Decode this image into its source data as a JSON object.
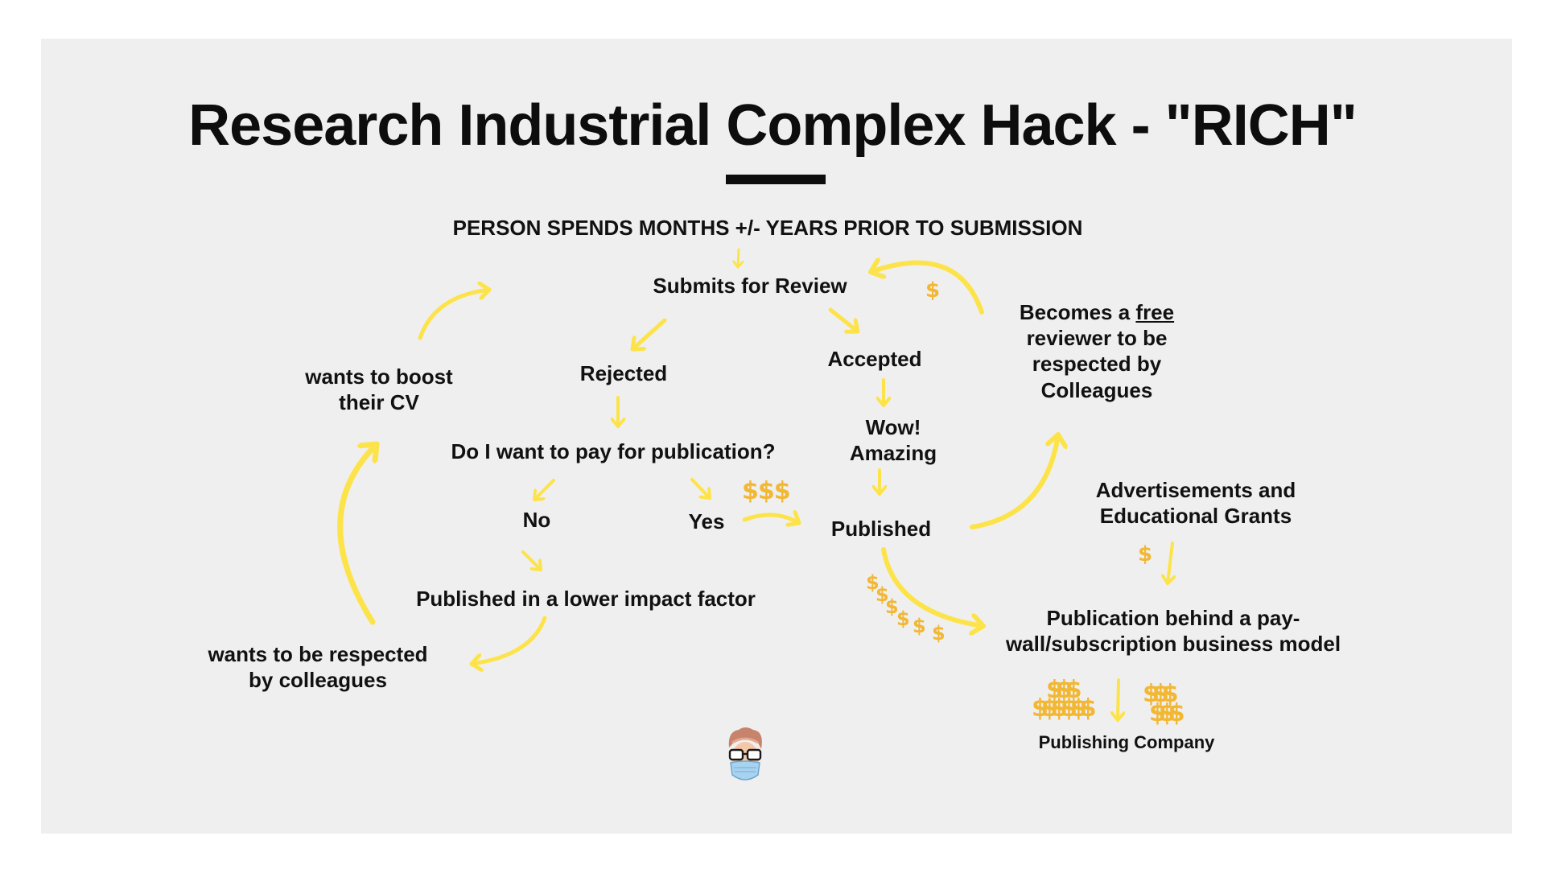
{
  "title": "Research Industrial Complex Hack - \"RICH\"",
  "nodes": {
    "person_spends": "PERSON SPENDS MONTHS +/- YEARS PRIOR TO SUBMISSION",
    "submits": "Submits for Review",
    "rejected": "Rejected",
    "accepted": "Accepted",
    "pay_question": "Do I want to pay for publication?",
    "no": "No",
    "yes": "Yes",
    "wow_line1": "Wow!",
    "wow_line2": "Amazing",
    "published": "Published",
    "lower_impact": "Published in a lower impact factor",
    "boost_line1": "wants to boost",
    "boost_line2": "their CV",
    "respected_line1": "wants  to be respected",
    "respected_line2": "by colleagues",
    "reviewer_line1_a": "Becomes a ",
    "reviewer_line1_b": "free",
    "reviewer_line2": "reviewer to be",
    "reviewer_line3": "respected by",
    "reviewer_line4": "Colleagues",
    "ads_line1": "Advertisements and",
    "ads_line2": "Educational Grants",
    "paywall_line1": "Publication behind a pay-",
    "paywall_line2": "wall/subscription  business model",
    "publisher": "Publishing Company"
  },
  "money_symbols": {
    "triple": "$$$",
    "single": "$"
  },
  "colors": {
    "background": "#efefef",
    "text": "#111111",
    "arrow": "#fde34a",
    "dollar": "#f2b733"
  },
  "icons": [
    "masked-avatar-icon"
  ]
}
